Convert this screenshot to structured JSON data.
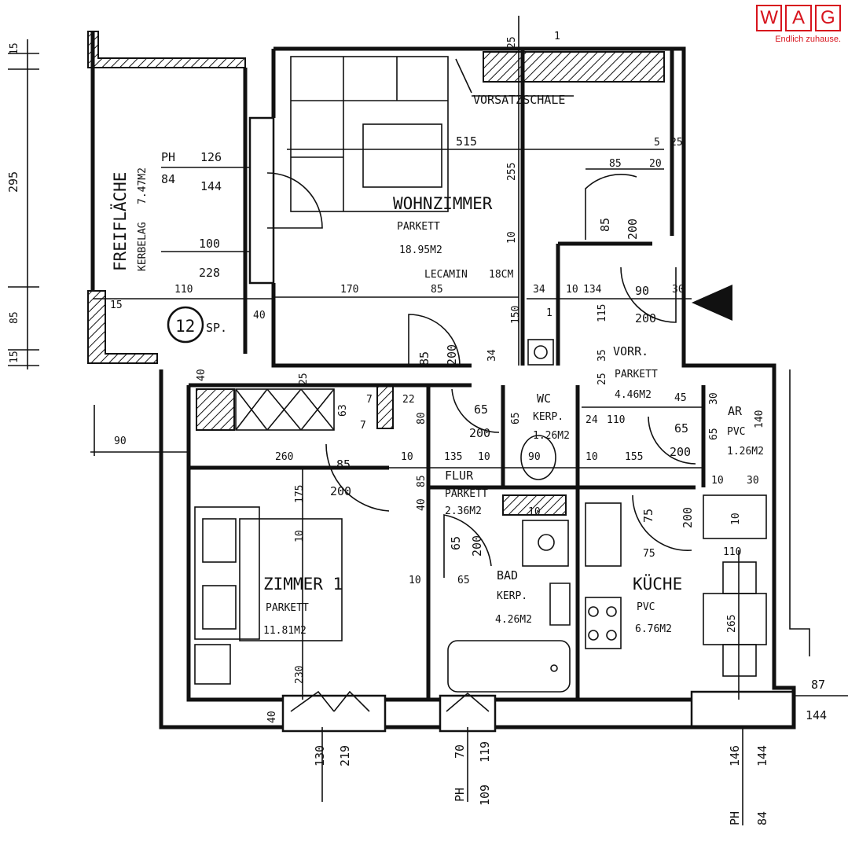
{
  "brand": {
    "letters": [
      "W",
      "A",
      "G"
    ],
    "tagline": "Endlich zuhause."
  },
  "rooms": {
    "wohnzimmer": {
      "name": "WOHNZIMMER",
      "floor": "PARKETT",
      "area": "18.95M2"
    },
    "zimmer1": {
      "name": "ZIMMER 1",
      "floor": "PARKETT",
      "area": "11.81M2"
    },
    "kueche": {
      "name": "KÜCHE",
      "floor": "PVC",
      "area": "6.76M2"
    },
    "bad": {
      "name": "BAD",
      "floor": "KERP.",
      "area": "4.26M2"
    },
    "wc": {
      "name": "WC",
      "floor": "KERP.",
      "area": "1.26M2"
    },
    "flur": {
      "name": "FLUR",
      "floor": "PARKETT",
      "area": "2.36M2"
    },
    "vorraum": {
      "name": "VORR.",
      "floor": "PARKETT",
      "area": "4.46M2"
    },
    "ar": {
      "name": "AR",
      "floor": "PVC",
      "area": "1.26M2"
    },
    "freiflaeche": {
      "name": "FREIFLÄCHE",
      "floor": "KERBELAG",
      "area": "7.47M2"
    }
  },
  "labels": {
    "vorsatzschale": "VORSATZSCHALE",
    "lecamin": "LECAMIN",
    "lecamin_dim": "18CM",
    "stair_number": "12",
    "stair_unit": "SP.",
    "ph_top": "PH",
    "ph_bottom_1": "PH",
    "ph_bottom_2": "PH"
  },
  "dims": {
    "d15a": "15",
    "d295": "295",
    "d85l": "85",
    "d15b": "15",
    "d126": "126",
    "d84": "84",
    "d144a": "144",
    "d100": "100",
    "d228": "228",
    "d110a": "110",
    "d15c": "15",
    "d40a": "40",
    "d170": "170",
    "d85a": "85",
    "d515": "515",
    "d255a": "255",
    "d25a": "25",
    "d1a": "1",
    "d5": "5",
    "d25b": "25",
    "d85b": "85",
    "d20": "20",
    "d85c": "85",
    "d200a": "200",
    "d10a": "10",
    "d34a": "34",
    "d10b": "10",
    "d134": "134",
    "d90a": "90",
    "d30a": "30",
    "d200b": "200",
    "d115": "115",
    "d1b": "1",
    "d150": "150",
    "d85d": "85",
    "d200c": "200",
    "d34b": "34",
    "d35": "35",
    "d25c": "25",
    "d40b": "40",
    "d25d": "25",
    "d63": "63",
    "d7a": "7",
    "d22": "22",
    "d7b": "7",
    "d80": "80",
    "d65a": "65",
    "d200d": "200",
    "d65b": "65",
    "d24": "24",
    "d110b": "110",
    "d45": "45",
    "d30b": "30",
    "d140": "140",
    "d65c": "65",
    "d200e": "200",
    "d65d": "65",
    "d90b": "90",
    "d260": "260",
    "d85e": "85",
    "d200f": "200",
    "d10c": "10",
    "d135": "135",
    "d10d": "10",
    "d90c": "90",
    "d10e": "10",
    "d155": "155",
    "d10f": "10",
    "d30c": "30",
    "d175": "175",
    "d85f": "85",
    "d40c": "40",
    "d10g": "10",
    "d75a": "75",
    "d200g": "200",
    "d75b": "75",
    "d10h": "10",
    "d110c": "110",
    "d65e": "65",
    "d200h": "200",
    "d10i": "10",
    "d65f": "65",
    "d10j": "10",
    "d265": "265",
    "d230": "230",
    "d87": "87",
    "d144b": "144",
    "d40d": "40",
    "d130": "130",
    "d219": "219",
    "d70": "70",
    "d119": "119",
    "d109": "109",
    "d146": "146",
    "d144c": "144",
    "d84b": "84"
  },
  "colors": {
    "brand_red": "#d7141d",
    "ink": "#111111"
  }
}
